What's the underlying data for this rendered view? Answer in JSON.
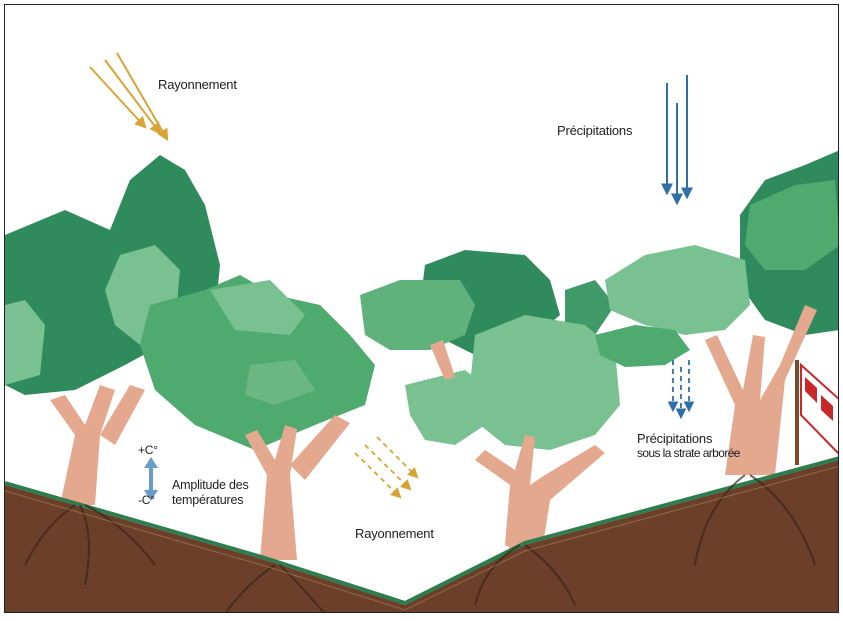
{
  "labels": {
    "rayonnement_top": "Rayonnement",
    "precipitations": "Précipitations",
    "rayonnement_mid": "Rayonnement",
    "precip_under_line1": "Précipitations",
    "precip_under_line2": "sous la strate arborée",
    "temp_plus": "+C°",
    "temp_minus": "-C°",
    "amplitude_line1": "Amplitude des",
    "amplitude_line2": "températures"
  },
  "colors": {
    "radiation_arrow": "#d9a436",
    "precipitation_arrow": "#2f6fa8",
    "amplitude_arrow": "#6a9cc8",
    "foliage_dark": "#2f8a5c",
    "foliage_mid": "#4faa70",
    "foliage_light": "#79c191",
    "trunk": "#e4a88f",
    "soil": "#6b3f2a",
    "grass_line": "#2e7d4f",
    "barrier_red": "#c8282a"
  },
  "icons": {
    "radiation": "diagonal-sun-arrows-icon",
    "precipitation": "downward-rain-arrows-icon",
    "amplitude": "double-headed-vertical-arrow-icon",
    "barrier": "striped-barrier-icon"
  }
}
